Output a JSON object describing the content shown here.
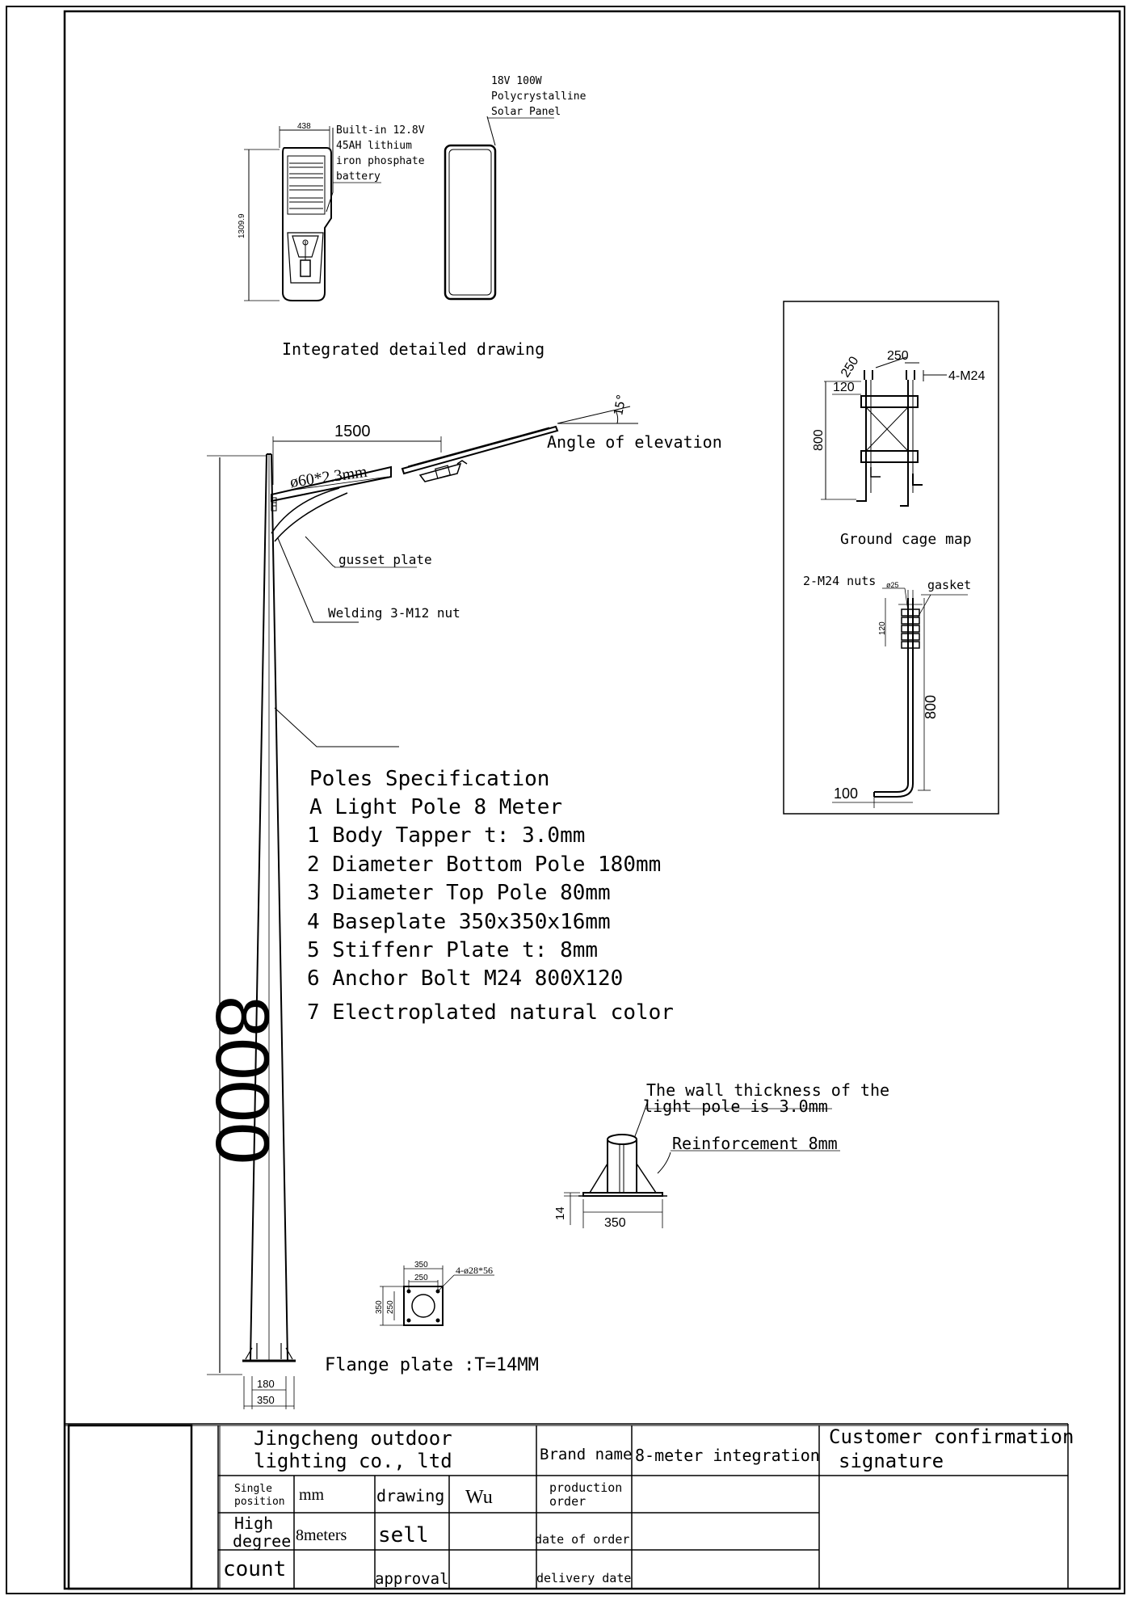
{
  "panel_top": {
    "dim_width": "438",
    "dim_height": "1309.9",
    "battery_label": [
      "Built-in 12.8V",
      "45AH lithium",
      "iron phosphate",
      "battery"
    ],
    "solar_label": [
      "18V 100W",
      "Polycrystalline",
      "Solar Panel"
    ],
    "caption": "Integrated detailed drawing"
  },
  "pole": {
    "arm_length": "1500",
    "angle": "15°",
    "angle_label": "Angle of elevation",
    "arm_tube": "ø60*2.3mm",
    "gusset_label": "gusset plate",
    "weld_label": "Welding 3-M12 nut",
    "height": "8000",
    "base_inner": "180",
    "base_outer": "350"
  },
  "spec": {
    "title": "Poles Specification",
    "lines": [
      "A Light Pole 8 Meter",
      "1 Body Tapper t: 3.0mm",
      "2 Diameter Bottom Pole 180mm",
      "3 Diameter Top Pole 80mm",
      "4 Baseplate 350x350x16mm",
      "5 Stiffenr Plate t: 8mm",
      "6 Anchor Bolt M24 800X120",
      "7 Electroplated natural color"
    ]
  },
  "cage": {
    "dim_a": "250",
    "dim_b": "250",
    "dim_c": "120",
    "dim_height": "800",
    "bolt_label": "4-M24",
    "caption": "Ground cage map",
    "nuts_label": "2-M24 nuts",
    "nut_dia": "ø25",
    "gasket_label": "gasket",
    "bolt_thread": "120",
    "bolt_length": "800",
    "hook": "100"
  },
  "base_detail": {
    "wall_label": [
      "The wall thickness of the",
      "light pole is 3.0mm"
    ],
    "reinf_label": "Reinforcement 8mm",
    "thickness": "14",
    "width": "350"
  },
  "flange": {
    "outer": "350",
    "inner": "250",
    "side_outer": "350",
    "side_inner": "250",
    "holes": "4-ø28*56",
    "caption": "Flange plate :T=14MM"
  },
  "title_block": {
    "company": [
      "Jingcheng outdoor",
      "lighting co., ltd"
    ],
    "brand_label": "Brand name",
    "brand_value": "8-meter integration",
    "customer": [
      "Customer confirmation",
      "signature"
    ],
    "unit_label": [
      "Single",
      "position"
    ],
    "unit_value": "mm",
    "drawing_label": "drawing",
    "drawing_value": "Wu",
    "production_label": [
      "production",
      "order"
    ],
    "height_label": [
      "High",
      "degree"
    ],
    "height_value": "8meters",
    "sell_label": "sell",
    "date_order_label": "date of order",
    "count_label": "count",
    "approval_label": "approval",
    "delivery_label": "delivery date"
  }
}
